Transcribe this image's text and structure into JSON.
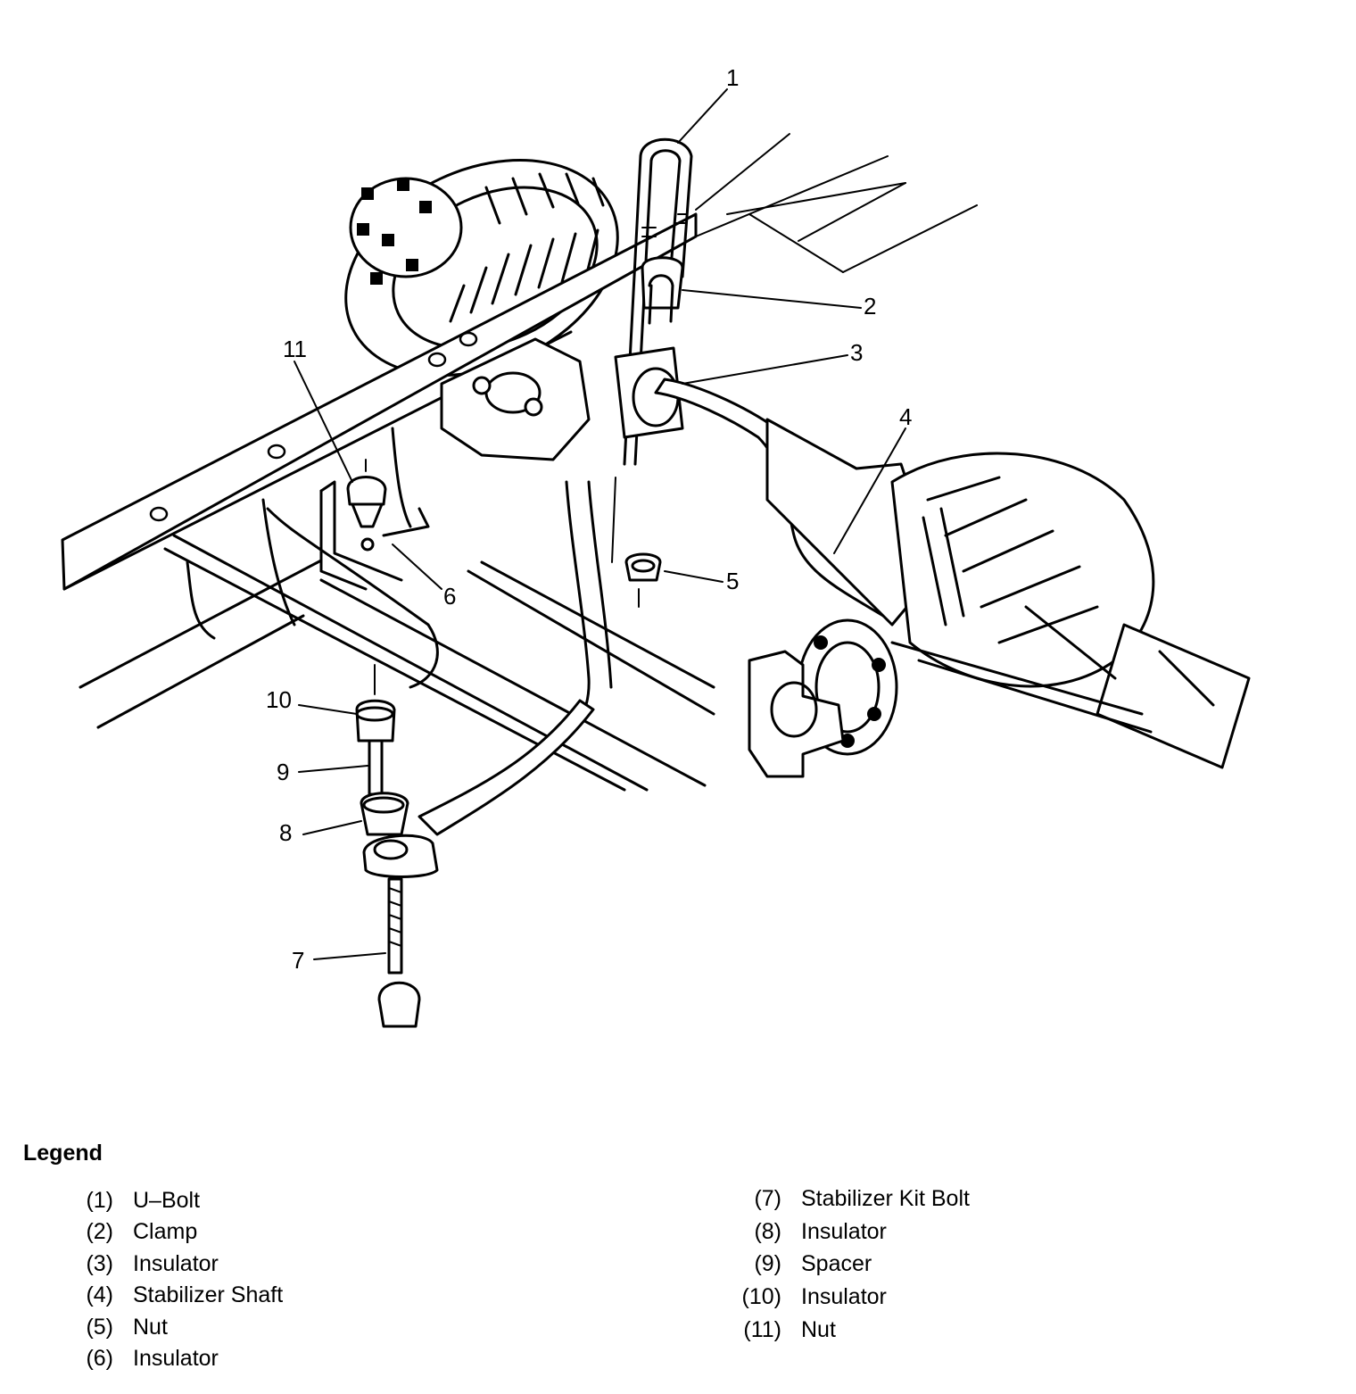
{
  "callouts": [
    "1",
    "2",
    "3",
    "4",
    "5",
    "6",
    "7",
    "8",
    "9",
    "10",
    "11"
  ],
  "legend": {
    "title": "Legend",
    "items": [
      {
        "num": "(1)",
        "label": "U–Bolt"
      },
      {
        "num": "(2)",
        "label": "Clamp"
      },
      {
        "num": "(3)",
        "label": "Insulator"
      },
      {
        "num": "(4)",
        "label": "Stabilizer Shaft"
      },
      {
        "num": "(5)",
        "label": "Nut"
      },
      {
        "num": "(6)",
        "label": "Insulator"
      },
      {
        "num": "(7)",
        "label": "Stabilizer Kit Bolt"
      },
      {
        "num": "(8)",
        "label": "Insulator"
      },
      {
        "num": "(9)",
        "label": "Spacer"
      },
      {
        "num": "(10)",
        "label": "Insulator"
      },
      {
        "num": "(11)",
        "label": "Nut"
      }
    ]
  }
}
